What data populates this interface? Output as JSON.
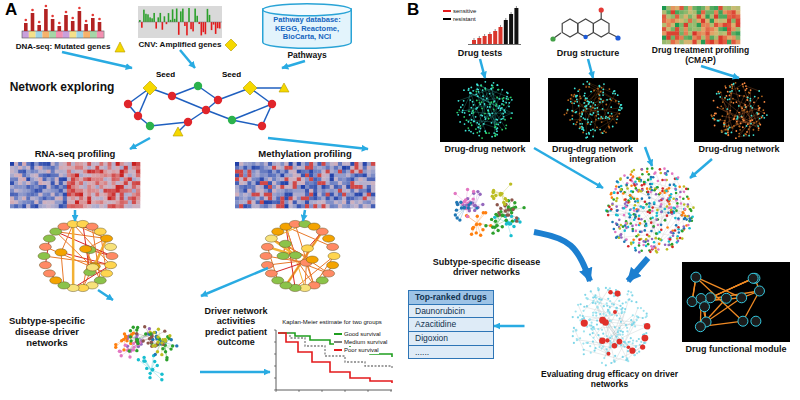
{
  "diagram": {
    "nodes": [
      {
        "text": [
          "DNA-seq: Mutated genes"
        ]
      },
      {
        "text": [
          "CNV: Amplified genes"
        ]
      },
      {
        "text": [
          "Pathway database: KEGG, Reactome, BioCarta, NCI",
          "Pathways"
        ]
      },
      {
        "text": [
          "Network exploring"
        ]
      },
      {
        "text": [
          "RNA-seq profiling"
        ]
      },
      {
        "text": [
          "Methylation profiling"
        ]
      },
      {
        "text": [
          "Subtype-specific disease driver networks"
        ]
      },
      {
        "text": [
          "Kaplan-Meier estimate for two groups"
        ]
      },
      {
        "text": [
          "Drug tests"
        ]
      },
      {
        "text": [
          "Drug structure"
        ]
      },
      {
        "text": [
          "Drug treatment profiling (CMAP)"
        ]
      },
      {
        "text": [
          "Drug-drug network"
        ]
      },
      {
        "text": [
          "Drug-drug network integration"
        ]
      },
      {
        "text": [
          "Drug-drug network"
        ]
      },
      {
        "text": [
          "Subtype-specific disease driver networks"
        ]
      },
      {
        "text": [
          "Evaluating drug efficacy on driver networks"
        ]
      },
      {
        "text": [
          "Top-ranked drugs",
          "Daunorubicin",
          "Azacitidine",
          "Digoxion",
          "......"
        ]
      },
      {
        "text": [
          "Drug functional module"
        ]
      }
    ],
    "edges": [
      {
        "from": 0,
        "to": 3,
        "arrow": "to"
      },
      {
        "from": 1,
        "to": 3,
        "arrow": "to"
      },
      {
        "from": 2,
        "to": 3,
        "arrow": "to"
      },
      {
        "from": 3,
        "to": 4,
        "arrow": "to"
      },
      {
        "from": 3,
        "to": 5,
        "arrow": "to"
      },
      {
        "from": 6,
        "to": 7,
        "label": "Driver network activities predict patient outcome",
        "arrow": "to"
      },
      {
        "from": 8,
        "to": 11,
        "arrow": "to"
      },
      {
        "from": 9,
        "to": 12,
        "arrow": "to"
      },
      {
        "from": 10,
        "to": 13,
        "arrow": "to"
      },
      {
        "from": 15,
        "to": 16,
        "arrow": "to"
      }
    ],
    "labels": [
      "A",
      "B",
      "Seed",
      "Seed"
    ],
    "legend": [
      {
        "text": "Good survival",
        "color": "#1f9e1f"
      },
      {
        "text": "Medium survival",
        "color": "#808080"
      },
      {
        "text": "Poor survival",
        "color": "#e41a1c"
      },
      {
        "text": "sensitive",
        "color": "#e41a1c"
      },
      {
        "text": "resistant",
        "color": "#000000"
      }
    ]
  }
}
